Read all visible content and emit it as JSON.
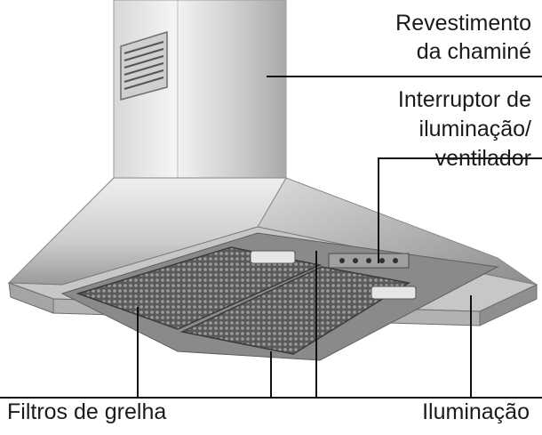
{
  "labels": {
    "chimney_line1": "Revestimento",
    "chimney_line2": "da chaminé",
    "switch_line1": "Interruptor de",
    "switch_line2": "iluminação/",
    "switch_line3": "ventilador",
    "filters": "Filtros de grelha",
    "lighting": "Iluminação"
  },
  "colors": {
    "text": "#1a1a1a",
    "steel_light": "#e4e4e4",
    "steel_mid": "#b8b8b8",
    "steel_dark": "#6e6e6e",
    "mesh": "#4a4a4a",
    "leader_line": "#111111"
  }
}
